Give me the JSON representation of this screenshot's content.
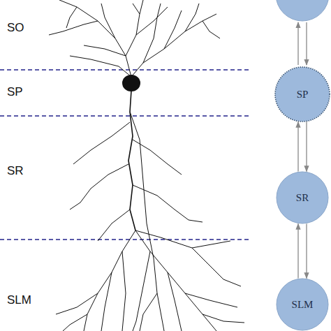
{
  "diagram": {
    "nodes": [
      {
        "text": [
          "SP"
        ]
      },
      {
        "text": [
          "SR"
        ]
      },
      {
        "text": [
          "SLM"
        ]
      }
    ],
    "edges": [
      {
        "from": 1,
        "to": 0,
        "arrow": "to"
      },
      {
        "from": 0,
        "to": 1,
        "arrow": "to"
      },
      {
        "from": 2,
        "to": 1,
        "arrow": "to"
      },
      {
        "from": 1,
        "to": 2,
        "arrow": "to"
      }
    ],
    "labels": [
      "SO",
      "SP",
      "SR",
      "SLM"
    ]
  }
}
